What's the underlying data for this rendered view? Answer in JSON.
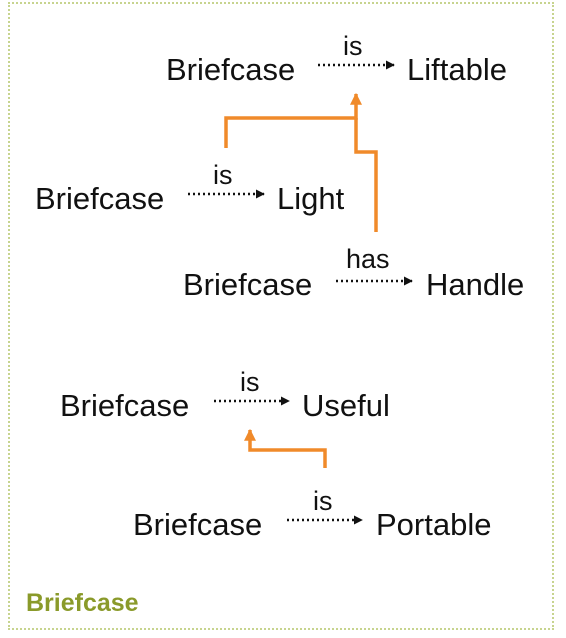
{
  "colors": {
    "border": "#c7d48f",
    "caption": "#8a9a2a",
    "inference_arrow": "#f08a2a",
    "relation_arrow": "#111111"
  },
  "caption": "Briefcase",
  "statements": [
    {
      "id": "s1",
      "subject": "Briefcase",
      "relation": "is",
      "object": "Liftable"
    },
    {
      "id": "s2",
      "subject": "Briefcase",
      "relation": "is",
      "object": "Light"
    },
    {
      "id": "s3",
      "subject": "Briefcase",
      "relation": "has",
      "object": "Handle"
    },
    {
      "id": "s4",
      "subject": "Briefcase",
      "relation": "is",
      "object": "Useful"
    },
    {
      "id": "s5",
      "subject": "Briefcase",
      "relation": "is",
      "object": "Portable"
    }
  ],
  "inferences": [
    {
      "from": [
        "s2",
        "s3"
      ],
      "to": "s1"
    },
    {
      "from": [
        "s5"
      ],
      "to": "s4"
    }
  ]
}
